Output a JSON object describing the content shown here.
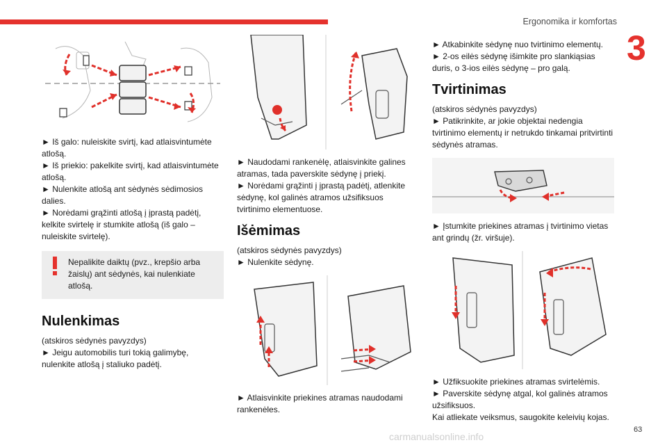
{
  "header": {
    "section_title": "Ergonomika ir komfortas",
    "chapter_number": "3",
    "page_number": "63"
  },
  "watermark": "carmanualsonline.info",
  "col1": {
    "steps": [
      "► Iš galo: nuleiskite svirtį, kad atlaisvintumėte atlošą.",
      "► Iš priekio: pakelkite svirtį, kad atlaisvintumėte atlošą.",
      "► Nulenkite atlošą ant sėdynės sėdimosios dalies.",
      "► Norėdami grąžinti atlošą į įprastą padėtį, kelkite svirtelę ir stumkite atlošą (iš galo – nuleiskite svirtelę)."
    ],
    "warning": "Nepalikite daiktų (pvz., krepšio arba žaislų) ant sėdynės, kai nulenkiate atlošą.",
    "heading": "Nulenkimas",
    "note": "(atskiros sėdynės pavyzdys)",
    "step_after": "► Jeigu automobilis turi tokią galimybę, nulenkite atlošą į staliuko padėtį."
  },
  "col2": {
    "steps_a": [
      "► Naudodami rankenėlę, atlaisvinkite galines atramas, tada paverskite sėdynę į priekį.",
      "► Norėdami grąžinti į įprastą padėtį, atlenkite sėdynę, kol galinės atramos užsifiksuos tvirtinimo elementuose."
    ],
    "heading": "Išėmimas",
    "note": "(atskiros sėdynės pavyzdys)",
    "step_b": "► Nulenkite sėdynę.",
    "step_c": "► Atlaisvinkite priekines atramas naudodami rankenėles."
  },
  "col3": {
    "steps_a": [
      "► Atkabinkite sėdynę nuo tvirtinimo elementų.",
      "► 2-os eilės sėdynę išimkite pro slankiąsias duris, o 3-ios eilės sėdynę – pro galą."
    ],
    "heading": "Tvirtinimas",
    "note": "(atskiros sėdynės pavyzdys)",
    "step_b": "► Patikrinkite, ar jokie objektai nedengia tvirtinimo elementų ir netrukdo tinkamai pritvirtinti sėdynės atramas.",
    "step_c": "► Įstumkite priekines atramas į tvirtinimo vietas ant grindų (žr. viršuje).",
    "steps_d": [
      "► Užfiksuokite priekines atramas svirtelėmis.",
      "► Paverskite sėdynę atgal, kol galinės atramos užsifiksuos.",
      "Kai atliekate veiksmus, saugokite keleivių kojas."
    ]
  },
  "colors": {
    "accent": "#e5322d",
    "arrow": "#e0302a",
    "warning_bg": "#ededed"
  }
}
